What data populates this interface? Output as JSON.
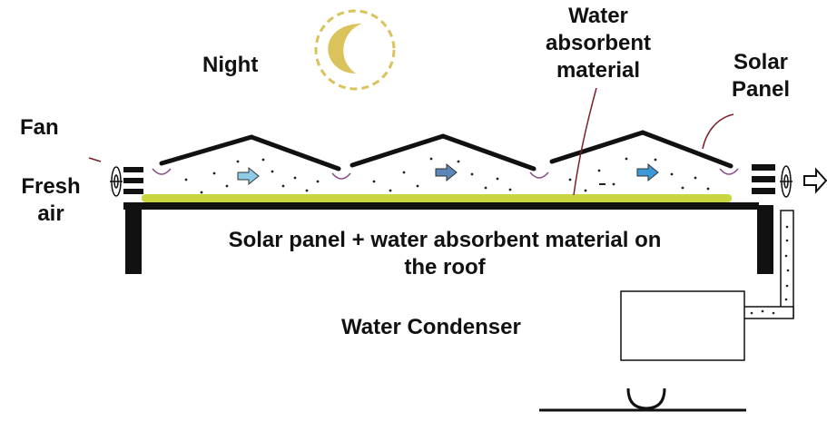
{
  "labels": {
    "night": "Night",
    "water_absorbent_material": [
      "Water",
      "absorbent",
      "material"
    ],
    "solar_panel": [
      "Solar",
      "Panel"
    ],
    "fan": "Fan",
    "fresh_air": [
      "Fresh",
      "air"
    ],
    "roof_caption": [
      "Solar panel + water absorbent material on",
      "the roof"
    ],
    "water_condenser": "Water Condenser"
  },
  "colors": {
    "ink": "#111111",
    "moon": "#d9c35a",
    "absorbent_layer": "#c9d640",
    "arrow_light": "#8ecbe8",
    "arrow_mid": "#5b86b8",
    "arrow_dark": "#3a9ad9",
    "droplet": "#8a4a8a",
    "pointer": "#7a1e2a"
  },
  "icons": [
    "moon-icon",
    "fan-icon",
    "airflow-arrow-icon",
    "outlet-arrow-icon",
    "vent-grille-icon"
  ]
}
